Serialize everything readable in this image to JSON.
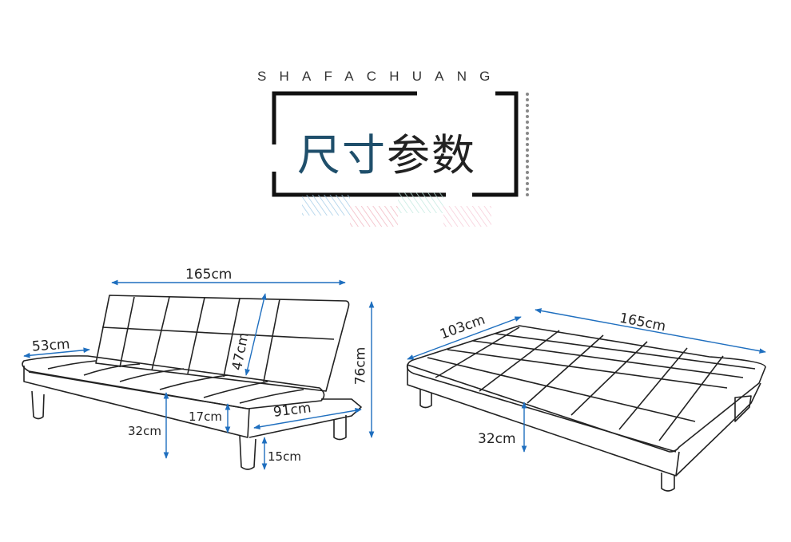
{
  "header": {
    "subtitle": "SHAFACHUANG",
    "title_part1": "尺寸",
    "title_part2": "参数"
  },
  "colors": {
    "dimension_line": "#1f6fbf",
    "outline": "#222222",
    "title_accent": "#1f4f6b"
  },
  "sofa_view": {
    "width_label": "165cm",
    "depth_label": "53cm",
    "back_height_label": "47cm",
    "total_height_label": "76cm",
    "seat_depth_label": "91cm",
    "seat_height_label": "32cm",
    "cushion_height_label": "17cm",
    "leg_height_label": "15cm"
  },
  "bed_view": {
    "length_label": "165cm",
    "width_label": "103cm",
    "height_label": "32cm"
  }
}
